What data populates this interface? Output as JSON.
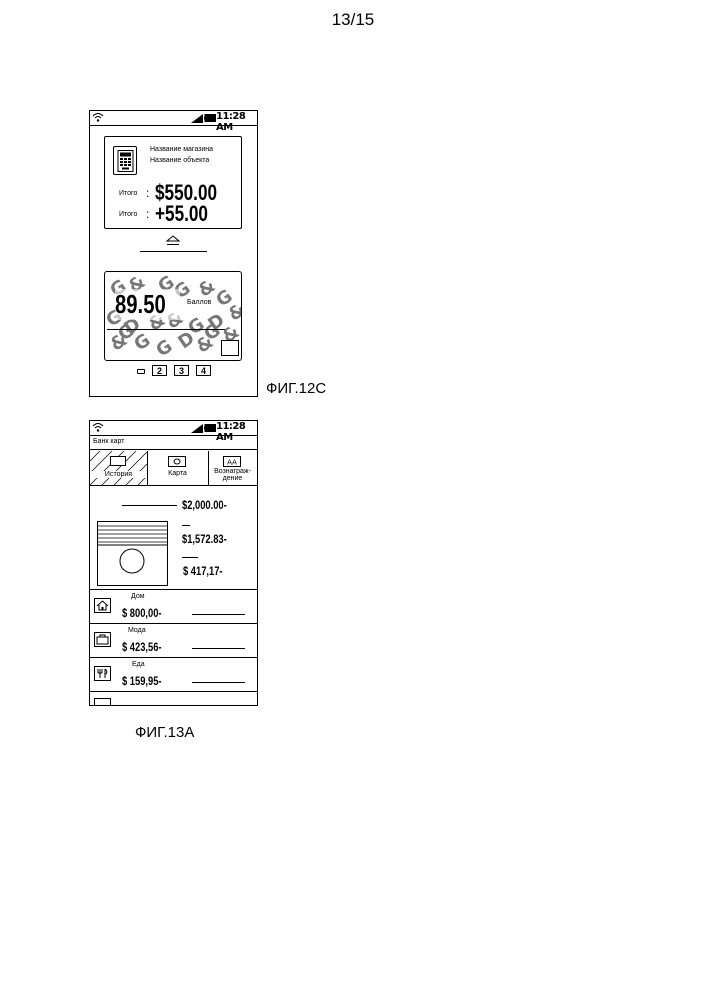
{
  "page_number": "13/15",
  "fig12c": {
    "caption": "ФИГ.12С",
    "status_time": "11:28 AM",
    "store_name": "Название магазина",
    "object_name": "Название объекта",
    "total_label_1": "Итого",
    "total_value_1": "$550.00",
    "total_label_2": "Итого",
    "total_value_2": "+55.00",
    "points_value": "89.50",
    "points_label": "Баллов",
    "watermark": [
      "G",
      "&",
      "G",
      "G",
      "&",
      "G",
      "&",
      "G",
      "D",
      "&",
      "&",
      "G",
      "D",
      "&",
      "G",
      "G",
      "D",
      "&",
      "G",
      "G",
      "&"
    ],
    "pager": [
      "2",
      "3",
      "4"
    ]
  },
  "fig13a": {
    "caption": "ФИГ.13А",
    "status_time": "11:28 AM",
    "title": "Банк карт",
    "tabs": [
      "История",
      "Карта",
      "Вознаграж-\nдение"
    ],
    "summary": {
      "total": "$2,000.00-",
      "part_1": "$1,572.83-",
      "part_2": "$ 417,17-"
    },
    "categories": [
      {
        "name": "Дом",
        "amount": "$ 800,00-"
      },
      {
        "name": "Мода",
        "amount": "$ 423,56-"
      },
      {
        "name": "Еда",
        "amount": "$ 159,95-"
      }
    ]
  }
}
